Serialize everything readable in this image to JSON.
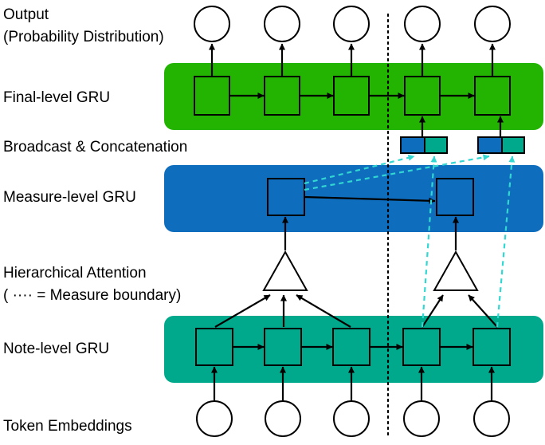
{
  "labels": {
    "output_line1": "Output",
    "output_line2": "(Probability Distribution)",
    "final_gru": "Final-level GRU",
    "broadcast": "Broadcast & Concatenation",
    "measure_gru": "Measure-level GRU",
    "attention_line1": "Hierarchical Attention",
    "attention_line2": "(  ···· = Measure boundary)",
    "note_gru": "Note-level GRU",
    "embeddings": "Token Embeddings"
  },
  "colors": {
    "final_band": "#22b400",
    "measure_band": "#0f6dbe",
    "note_band": "#00a98c",
    "dashed_arrow": "#32d7d2",
    "outline": "#000000"
  },
  "counts": {
    "token_columns": 5,
    "measures": 2
  }
}
